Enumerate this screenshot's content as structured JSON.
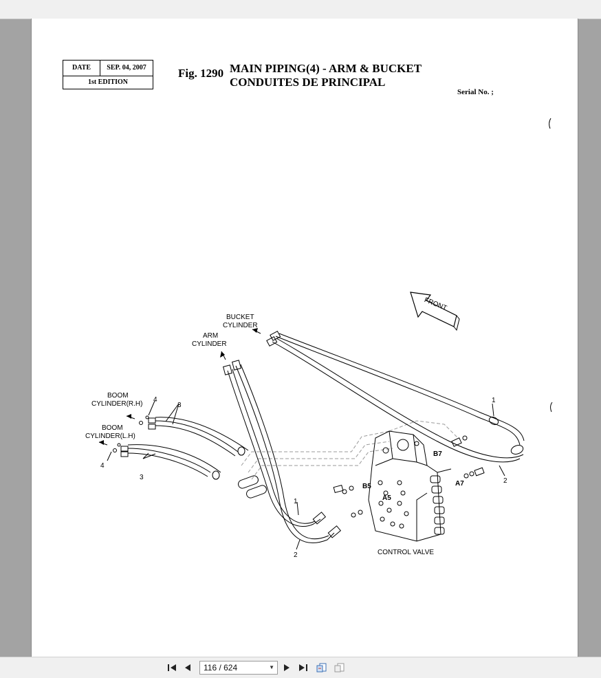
{
  "stamp": {
    "date_label": "DATE",
    "date_value": "SEP. 04, 2007",
    "edition": "1st EDITION"
  },
  "header": {
    "figure": "Fig. 1290",
    "title_line1": "MAIN PIPING(4) - ARM & BUCKET",
    "title_line2": "CONDUITES DE PRINCIPAL",
    "serial": "Serial No. ;"
  },
  "diagram": {
    "bucket_cylinder_1": "BUCKET",
    "bucket_cylinder_2": "CYLINDER",
    "arm_cylinder_1": "ARM",
    "arm_cylinder_2": "CYLINDER",
    "boom_rh_1": "BOOM",
    "boom_rh_2": "CYLINDER(R.H)",
    "boom_lh_1": "BOOM",
    "boom_lh_2": "CYLINDER(L.H)",
    "front": "FRONT",
    "control_valve": "CONTROL VALVE",
    "port_b7": "B7",
    "port_a7": "A7",
    "port_b5": "B5",
    "port_a5": "A5",
    "callout_1_top": "1",
    "callout_1_bottom": "1",
    "callout_2_right": "2",
    "callout_2_bottom": "2",
    "callout_3_top": "3",
    "callout_3_bottom": "3",
    "callout_4_top": "4",
    "callout_4_bottom": "4"
  },
  "toolbar": {
    "page_indicator": "116 / 624"
  },
  "icons": {
    "first": "first-page-icon",
    "prev": "previous-page-icon",
    "next": "next-page-icon",
    "last": "last-page-icon",
    "fit": "fit-page-icon",
    "single": "single-page-icon"
  }
}
